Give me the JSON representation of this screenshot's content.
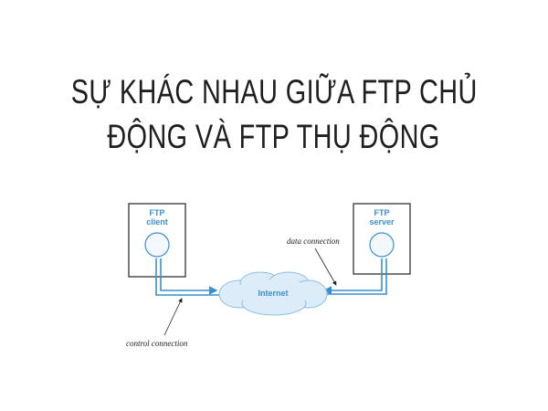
{
  "title": {
    "line1": "SỰ KHÁC NHAU GIỮA FTP CHỦ",
    "line2": "ĐỘNG VÀ FTP THỤ ĐỘNG"
  },
  "diagram": {
    "client_label": [
      "FTP",
      "client"
    ],
    "server_label": [
      "FTP",
      "server"
    ],
    "cloud_label": "Internet",
    "data_connection": "data connection",
    "control_connection": "control connection",
    "colors": {
      "line": "#3a8fd0",
      "cloud": "#dcecf8",
      "box": "#333333"
    }
  }
}
